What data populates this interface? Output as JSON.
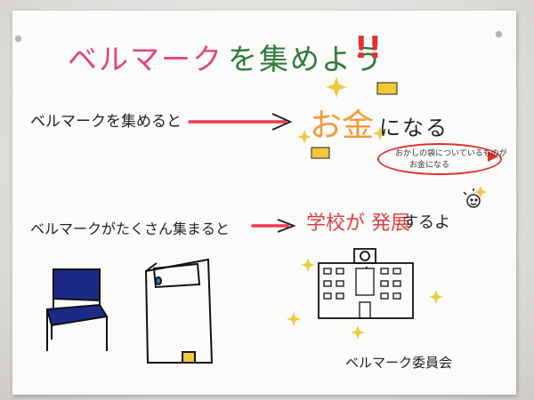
{
  "poster": {
    "title_katakana": "ベルマーク",
    "title_middle": "を集めよう",
    "title_exclaim": "!!",
    "line1_left": "ベルマークを集めると",
    "line1_money": "お金",
    "line1_right": "になる",
    "bubble_line1": "おかしの袋についているものが",
    "bubble_line2": "お金になる",
    "line2_left": "ベルマークがたくさん集まると",
    "line2_school": "学校が 発展",
    "line2_right": "するよ",
    "committee": "ベルマーク委員会"
  },
  "colors": {
    "title_pink": "#e0467a",
    "title_green": "#2f7a3c",
    "arrow_red": "#ec3b4f",
    "money_orange": "#f29a3a",
    "sparkle_yellow": "#f0c93a",
    "school_red": "#e0403e",
    "chair_navy": "#1c2a86"
  },
  "icons": [
    "chair-drawing",
    "cabinet-drawing",
    "school-building-drawing",
    "smiley-drawing",
    "sparkle-icon"
  ]
}
